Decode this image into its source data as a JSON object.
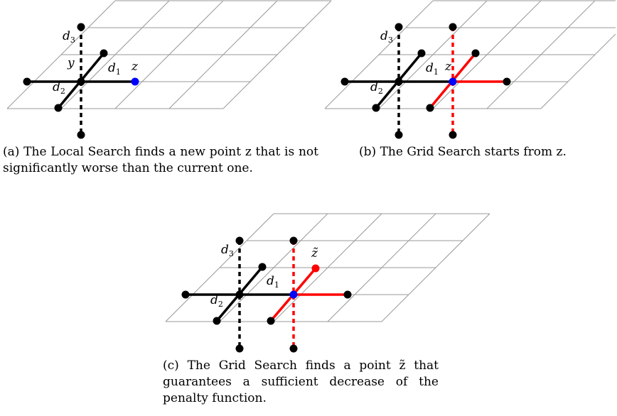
{
  "panels": [
    {
      "id": "a",
      "caption_label": "(a)",
      "caption_text": "The Local Search finds a new point z that is not significantly worse than the current one.",
      "labels": {
        "d3": "d3",
        "y": "y",
        "d1": "d1",
        "d2": "d2",
        "z": "z"
      },
      "grid_search": false
    },
    {
      "id": "b",
      "caption_label": "(b)",
      "caption_text": "The Grid Search starts from z.",
      "labels": {
        "d3": "d3",
        "d1": "d1",
        "d2": "d2",
        "z": "z"
      },
      "grid_search": true
    },
    {
      "id": "c",
      "caption_label": "(c)",
      "caption_text": "The Grid Search finds a point z̃ that guarantees a sufficient decrease of the penalty function.",
      "labels": {
        "d3": "d3",
        "d1": "d1",
        "d2": "d2",
        "ztilde": "z̃"
      },
      "grid_search": true
    }
  ],
  "colors": {
    "grid": "#999999",
    "black": "#000000",
    "red": "#ff0000",
    "blue": "#0000ff"
  }
}
